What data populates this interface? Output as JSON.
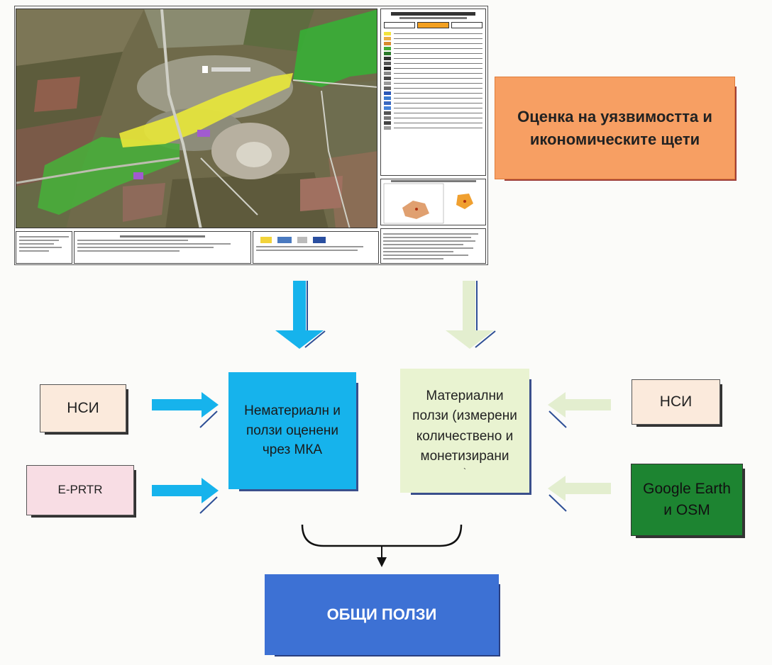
{
  "vulnerability_box": "Оценка на уязвимостта и икономическите щети",
  "intangible_box": "Нематериалн и ползи оценени чрез МКА",
  "tangible_box": "Материални ползи (измерени количествено и монетизирани",
  "tangible_box_trailing": "`",
  "source_left_1": "НСИ",
  "source_left_2": "E-PRTR",
  "source_right_1": "НСИ",
  "source_right_2": "Google Earth и OSM",
  "total_box": "ОБЩИ ПОЛЗИ",
  "colors": {
    "orange": "#f79f63",
    "blue": "#16b3ec",
    "pale_green": "#e9f3d1",
    "dark_green": "#1d8431",
    "total_blue": "#3d71d4",
    "peach": "#fbeadc",
    "pink": "#f8dde4"
  },
  "icons": [
    "down-arrow-icon",
    "right-arrow-icon",
    "left-arrow-icon",
    "bracket-connector-icon"
  ]
}
